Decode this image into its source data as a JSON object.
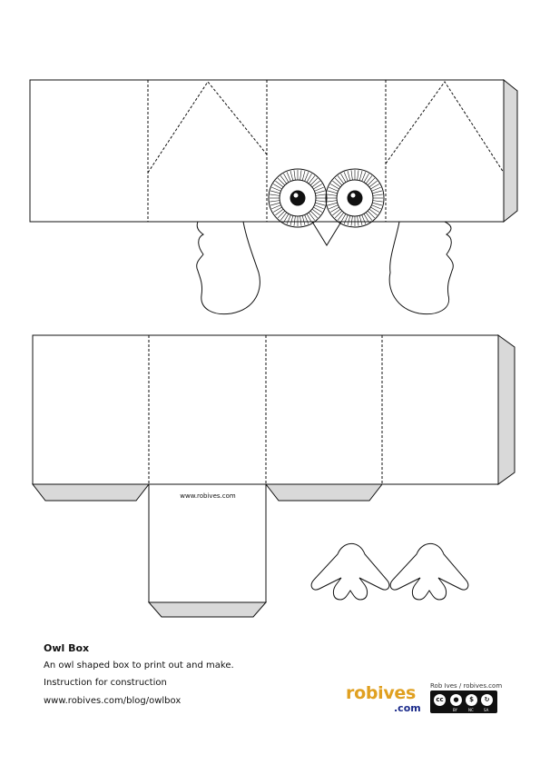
{
  "title": "Owl Box",
  "description": "An owl shaped box to print out and make.",
  "instruction": "Instruction for construction",
  "url": "www.robives.com/blog/owlbox",
  "tab_url": "www.robives.com",
  "brand": {
    "name": "robives",
    "suffix": ".com"
  },
  "credit": "Rob Ives / robives.com",
  "license": {
    "cc": "cc",
    "by": "BY",
    "nc": "NC",
    "sa": "SA"
  },
  "colors": {
    "tab_fill": "#d9d9d9",
    "line": "#111111",
    "brand_orange": "#e0a020",
    "brand_blue": "#1a2a8a"
  }
}
